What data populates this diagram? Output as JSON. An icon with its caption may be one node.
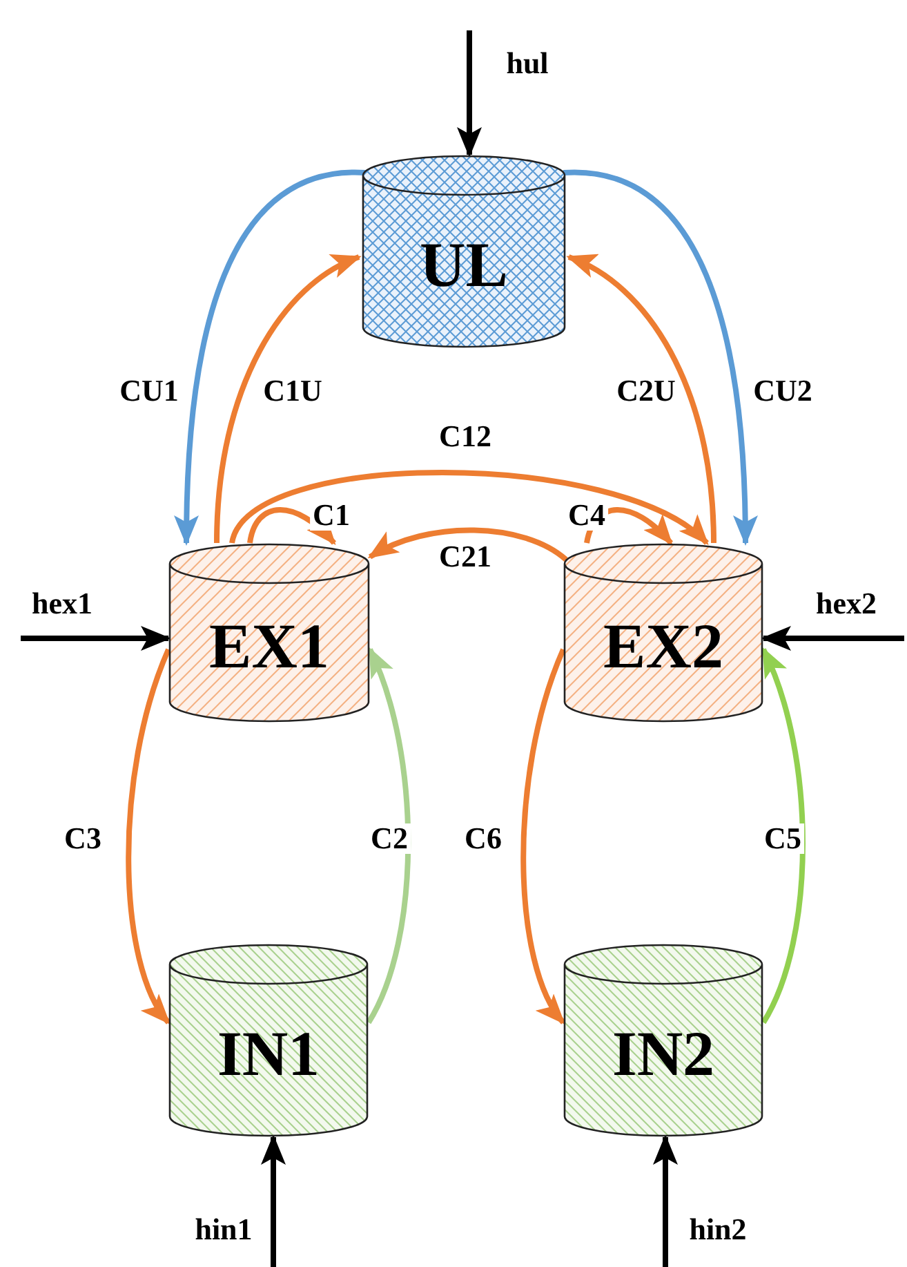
{
  "diagram": {
    "nodes": [
      {
        "text": [
          "UL"
        ]
      },
      {
        "text": [
          "EX1"
        ]
      },
      {
        "text": [
          "EX2"
        ]
      },
      {
        "text": [
          "IN1"
        ]
      },
      {
        "text": [
          "IN2"
        ]
      }
    ],
    "edges": [
      {
        "from": 0,
        "to": 1,
        "arrow": "to",
        "label": "CU1",
        "color": "#5b9bd5"
      },
      {
        "from": 1,
        "to": 0,
        "arrow": "to",
        "label": "C1U"
      },
      {
        "from": 2,
        "to": 0,
        "arrow": "to",
        "label": "C2U"
      },
      {
        "from": 0,
        "to": 2,
        "arrow": "to",
        "label": "CU2",
        "color": "#5b9bd5"
      },
      {
        "from": 1,
        "to": 2,
        "arrow": "to",
        "label": "C12"
      },
      {
        "from": 1,
        "to": 1,
        "arrow": "to",
        "label": "C1"
      },
      {
        "from": 2,
        "to": 2,
        "arrow": "to",
        "label": "C4"
      },
      {
        "from": 2,
        "to": 1,
        "arrow": "to",
        "label": "C21"
      },
      {
        "from": 1,
        "to": 3,
        "arrow": "to",
        "label": "C3"
      },
      {
        "from": 3,
        "to": 1,
        "arrow": "to",
        "label": "C2",
        "color": "#a9d18e"
      },
      {
        "from": 2,
        "to": 4,
        "arrow": "to",
        "label": "C6"
      },
      {
        "from": 4,
        "to": 2,
        "arrow": "to",
        "label": "C5",
        "color": "#92d050"
      },
      {
        "from": null,
        "to": 0,
        "arrow": "to",
        "label": "hul",
        "color": "#000000"
      },
      {
        "from": null,
        "to": 1,
        "arrow": "to",
        "label": "hex1",
        "color": "#000000"
      },
      {
        "from": null,
        "to": 2,
        "arrow": "to",
        "label": "hex2",
        "color": "#000000"
      },
      {
        "from": null,
        "to": 3,
        "arrow": "to",
        "label": "hin1",
        "color": "#000000"
      },
      {
        "from": null,
        "to": 4,
        "arrow": "to",
        "label": "hin2",
        "color": "#000000"
      }
    ]
  }
}
